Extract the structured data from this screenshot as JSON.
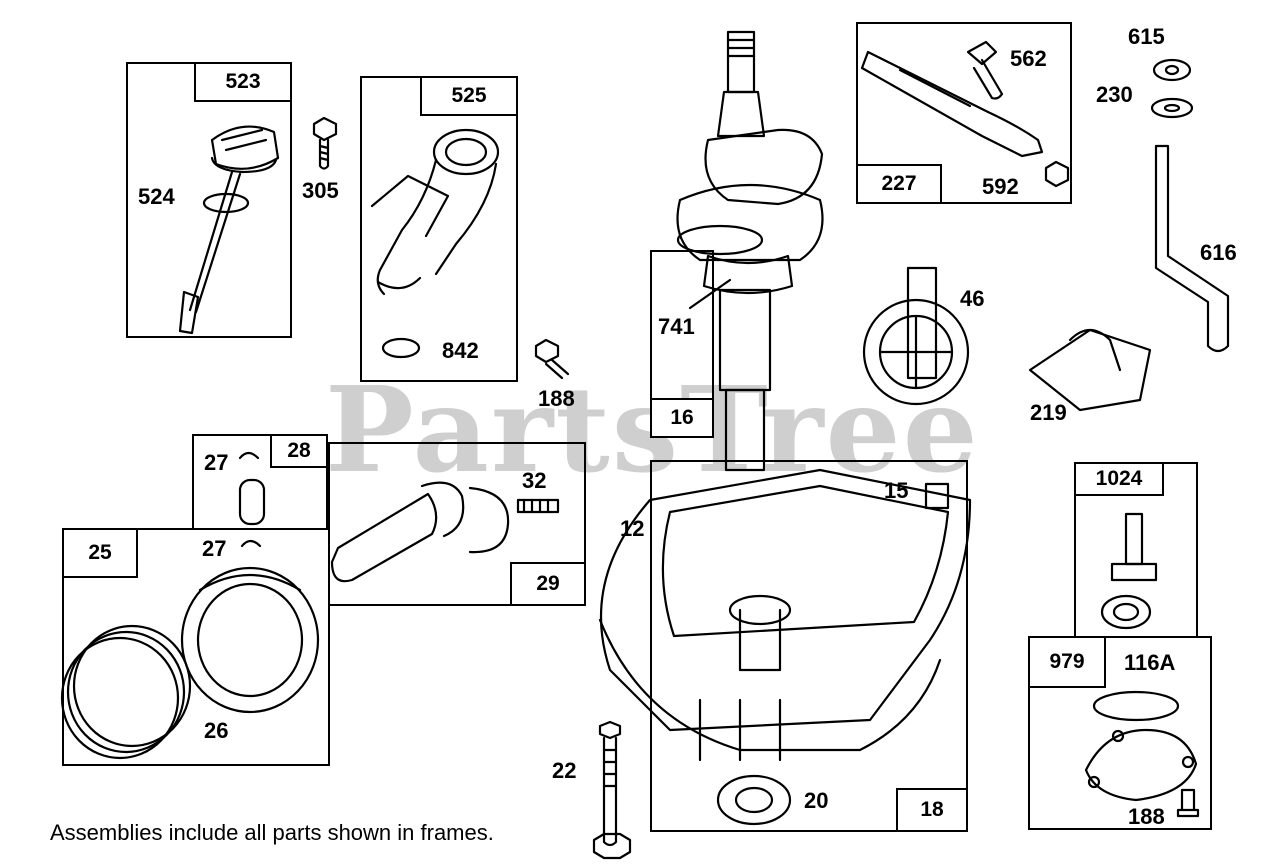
{
  "watermark": "PartsTree",
  "footnote": "Assemblies include all parts shown in frames.",
  "frame_tags": {
    "f523": "523",
    "f525": "525",
    "f16": "16",
    "f227": "227",
    "f28": "28",
    "f29": "29",
    "f25": "25",
    "f18": "18",
    "f1024": "1024",
    "f979": "979"
  },
  "part_labels": {
    "p524": "524",
    "p305": "305",
    "p842": "842",
    "p188a": "188",
    "p741": "741",
    "p562": "562",
    "p592": "592",
    "p615": "615",
    "p230": "230",
    "p616": "616",
    "p46": "46",
    "p219": "219",
    "p27a": "27",
    "p27b": "27",
    "p32": "32",
    "p26": "26",
    "p12": "12",
    "p15": "15",
    "p22": "22",
    "p20": "20",
    "p116a": "116A",
    "p188b": "188"
  }
}
